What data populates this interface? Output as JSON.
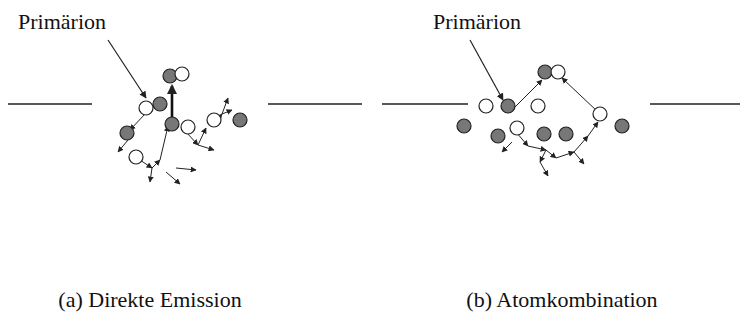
{
  "diagram": {
    "labels": [
      "Primärion",
      "Primärion",
      "(a) Direkte Emission",
      "(b) Atomkombination"
    ]
  }
}
